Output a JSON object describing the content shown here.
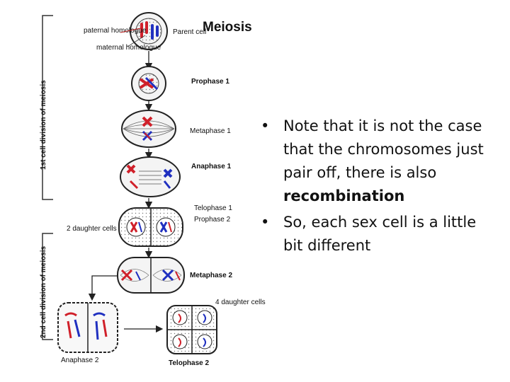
{
  "diagram": {
    "title": "Meiosis",
    "side_label_1": "1st cell division of meiosis",
    "side_label_2": "2nd cell division of meiosis",
    "labels": {
      "paternal": "paternal homologue",
      "maternal": "maternal homologue",
      "parent_cell": "Parent cell",
      "prophase1": "Prophase 1",
      "metaphase1": "Metaphase 1",
      "anaphase1": "Anaphase 1",
      "telophase1": "Telophase 1",
      "prophase2": "Prophase 2",
      "two_daughter": "2 daughter cells",
      "metaphase2": "Metaphase 2",
      "four_daughter": "4 daughter cells",
      "anaphase2": "Anaphase 2",
      "telophase2": "Telophase 2"
    },
    "colors": {
      "paternal": "#d0202a",
      "maternal": "#2030c0"
    }
  },
  "bullets": {
    "b1_text": "Note that it is not the case that the chromosomes just pair off, there is also",
    "b1_bold": "recombination",
    "b2_text": "So, each sex cell is a little bit different"
  }
}
